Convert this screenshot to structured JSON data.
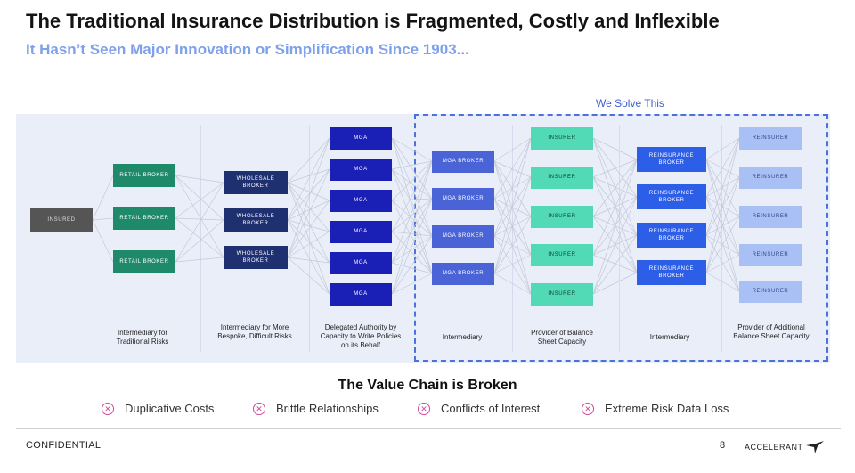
{
  "header": {
    "title": "The Traditional Insurance Distribution is Fragmented, Costly and Inflexible",
    "subtitle": "It Hasn’t Seen Major Innovation or Simplification Since 1903..."
  },
  "solve_label": "We Solve This",
  "nodes": {
    "insured": "INSURED",
    "retail_brokers": [
      "RETAIL BROKER",
      "RETAIL BROKER",
      "RETAIL BROKER"
    ],
    "wholesale_brokers": [
      "WHOLESALE BROKER",
      "WHOLESALE BROKER",
      "WHOLESALE BROKER"
    ],
    "mgas": [
      "MGA",
      "MGA",
      "MGA",
      "MGA",
      "MGA",
      "MGA"
    ],
    "mga_brokers": [
      "MGA BROKER",
      "MGA BROKER",
      "MGA BROKER",
      "MGA BROKER"
    ],
    "insurers": [
      "INSURER",
      "INSURER",
      "INSURER",
      "INSURER",
      "INSURER"
    ],
    "reinsurance_brokers": [
      "REINSURANCE BROKER",
      "REINSURANCE BROKER",
      "REINSURANCE BROKER",
      "REINSURANCE BROKER"
    ],
    "reinsurers": [
      "REINSURER",
      "REINSURER",
      "REINSURER",
      "REINSURER",
      "REINSURER"
    ]
  },
  "captions": {
    "retail": "Intermediary for Traditional Risks",
    "wholesale": "Intermediary for More Bespoke, Difficult Risks",
    "mga": "Delegated Authority by Capacity to Write Policies on its Behalf",
    "mga_broker": "Intermediary",
    "insurer": "Provider of Balance Sheet Capacity",
    "reinsurance_broker": "Intermediary",
    "reinsurer": "Provider of Additional Balance Sheet Capacity"
  },
  "chain_title": "The Value Chain is Broken",
  "issues": [
    "Duplicative Costs",
    "Brittle Relationships",
    "Conflicts of Interest",
    "Extreme Risk Data Loss"
  ],
  "footer": {
    "confidential": "CONFIDENTIAL",
    "page_number": "8",
    "logo_text": "ACCELERANT"
  },
  "colors": {
    "insured": "#555555",
    "retail": "#1e8a6a",
    "wholesale": "#1f3070",
    "mga": "#1a1fb5",
    "mga_broker": "#4a63d6",
    "insurer": "#52d9b5",
    "reinsurance_broker": "#2d5ee8",
    "reinsurer": "#a9c0f5",
    "issue_icon": "#d5449a",
    "subtitle": "#7fa0ea"
  },
  "icons": {
    "issue": "x-circle-icon",
    "logo": "accelerant-bird-logo"
  }
}
